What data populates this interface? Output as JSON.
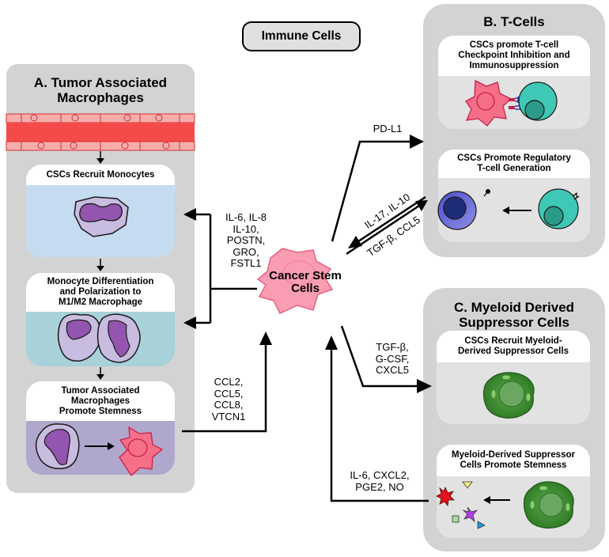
{
  "title": "Immune Cells",
  "center": {
    "label_line1": "Cancer Stem",
    "label_line2": "Cells"
  },
  "panels": {
    "a": {
      "title_line1": "A. Tumor Associated",
      "title_line2": "Macrophages",
      "cards": [
        {
          "title": "CSCs Recruit Monocytes",
          "body_color": "#c5dbf0"
        },
        {
          "title_lines": [
            "Monocyte Differentiation",
            "and Polarization to",
            "M1/M2 Macrophage"
          ],
          "body_color": "#a9d1d9"
        },
        {
          "title_lines": [
            "Tumor Associated",
            "Macrophages",
            "Promote Stemness"
          ],
          "body_color": "#b0a8cc"
        }
      ]
    },
    "b": {
      "title": "B. T-Cells",
      "cards": [
        {
          "title_lines": [
            "CSCs promote T-cell",
            "Checkpoint Inhibition and",
            "Immunosuppression"
          ]
        },
        {
          "title_lines": [
            "CSCs Promote Regulatory",
            "T-cell Generation"
          ]
        }
      ]
    },
    "c": {
      "title_line1": "C. Myeloid Derived",
      "title_line2": "Suppressor Cells",
      "cards": [
        {
          "title_lines": [
            "CSCs Recruit Myeloid-",
            "Derived Suppressor Cells"
          ]
        },
        {
          "title_lines": [
            "Myeloid-Derived Suppressor",
            "Cells Promote Stemness"
          ]
        }
      ]
    }
  },
  "arrows": {
    "csc_to_tam": "IL-6, IL-8\nIL-10,\nPOSTN,\nGRO,\nFSTL1",
    "tam_to_csc": "CCL2,\nCCL5,\nCCL8,\nVTCN1",
    "csc_to_tcell_checkpoint": "PD-L1",
    "tcell_to_csc": "IL-17, IL-10",
    "csc_to_treg": "TGF-β, CCL5",
    "csc_to_mdsc": "TGF-β,\nG-CSF,\nCXCL5",
    "mdsc_to_csc": "IL-6, CXCL2,\nPGE2, NO"
  },
  "colors": {
    "panel_bg": "#d3d3d3",
    "vessel_red": "#f54a4a",
    "vessel_wall": "#f8adad",
    "csc_pink": "#fa9db3",
    "tumor_cell_pink": "#f66f88",
    "tcell_teal": "#3fc8b5",
    "treg_blue": "#5a5ed6",
    "mdsc_green": "#3f8f33",
    "monocyte_purple": "#c8bde0",
    "nucleus_purple": "#9455b0"
  }
}
